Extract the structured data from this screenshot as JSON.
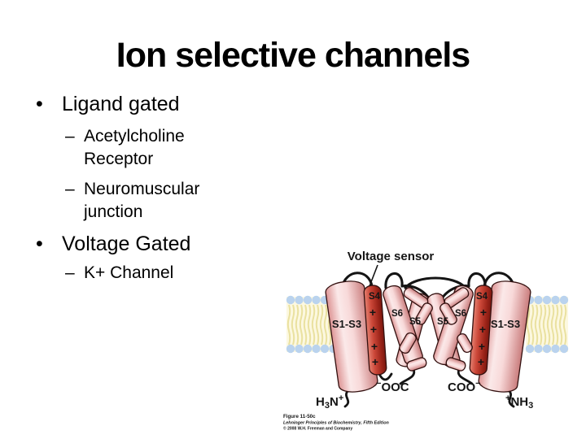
{
  "slide": {
    "title": "Ion selective channels",
    "bullets": [
      {
        "level": 1,
        "marker": "•",
        "text": "Ligand gated"
      },
      {
        "level": 2,
        "marker": "–",
        "text": "Acetylcholine Receptor"
      },
      {
        "level": 2,
        "marker": "–",
        "text": "Neuromuscular junction"
      },
      {
        "level": 1,
        "marker": "•",
        "text": "Voltage Gated"
      },
      {
        "level": 2,
        "marker": "–",
        "text": "K+ Channel"
      }
    ]
  },
  "figure": {
    "annotation": "Voltage sensor",
    "charge": "+",
    "helix_labels": {
      "s1s3": "S1-S3",
      "s4": "S4",
      "s5": "S5",
      "s6": "S6"
    },
    "termini": {
      "amino_left": {
        "h": "H",
        "three": "3",
        "n": "N",
        "plus": "+"
      },
      "carboxyl_left": {
        "minus": "−",
        "ooc": "OOC"
      },
      "carboxyl_right": {
        "coo": "COO",
        "minus": "−"
      },
      "amino_right": {
        "plus": "+",
        "nh": "NH",
        "three": "3"
      }
    },
    "caption": {
      "number": "Figure 11-50c",
      "source": "Lehninger Principles of Biochemistry, Fifth Edition",
      "copyright": "© 2008 W.H. Freeman and Company"
    },
    "colors": {
      "helix_pink": "#f6caca",
      "helix_red": "#c04335",
      "lipid_head": "#bad3ee",
      "lipid_tail": "#eae1a0"
    }
  }
}
